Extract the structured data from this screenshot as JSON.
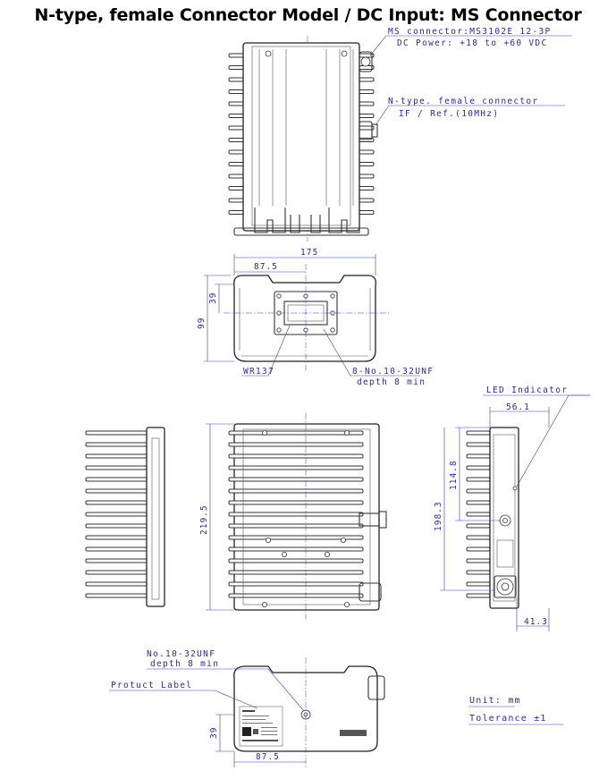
{
  "title": "N-type, female Connector Model / DC Input: MS Connector",
  "callouts": {
    "ms_connector": "MS connector:MS3102E 12-3P",
    "dc_power": "DC Power: +18 to +60 VDC",
    "n_type": "N-type. female connector",
    "if_ref": "IF / Ref.(10MHz)",
    "waveguide": "WR137",
    "screws_line1": "8-No.10-32UNF",
    "screws_line2": "depth 8 min",
    "led": "LED Indicator",
    "bottom_screw_line1": "No.10-32UNF",
    "bottom_screw_line2": "depth 8 min",
    "product_label": "Protuct Label"
  },
  "dimensions": {
    "width_175": "175",
    "half_87_5_top": "87.5",
    "d39_top": "39",
    "d99": "99",
    "height_219_5": "219.5",
    "d56_1": "56.1",
    "d114_8": "114.8",
    "d198_3": "198.3",
    "d41_3": "41.3",
    "d39_bottom": "39",
    "half_87_5_bottom": "87.5"
  },
  "notes": {
    "unit": "Unit: mm",
    "tolerance": "Tolerance ±1"
  },
  "colors": {
    "dimension_blue": "#2a2aa8",
    "outline": "#333333"
  }
}
